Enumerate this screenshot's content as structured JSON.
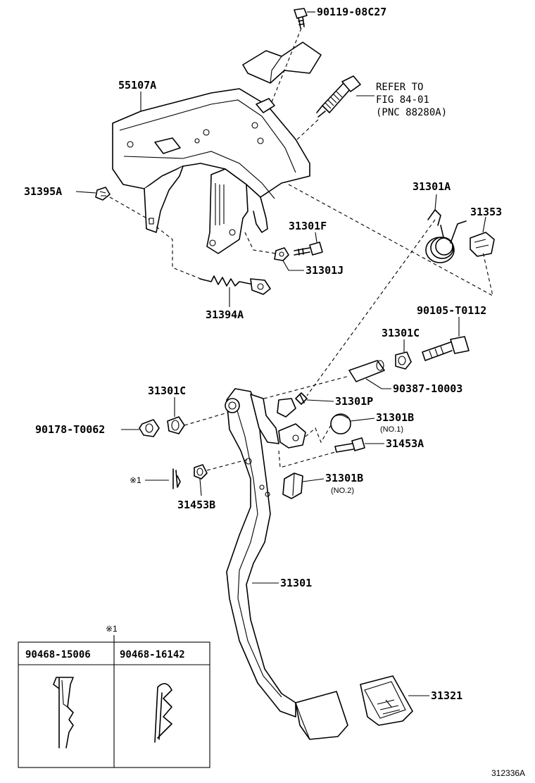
{
  "labels": {
    "p9011908c27": "90119-08C27",
    "refer_to_line1": "REFER TO",
    "refer_to_line2": "FIG 84-01",
    "refer_to_line3": "(PNC 88280A)",
    "p55107a": "55107A",
    "p31395a": "31395A",
    "p31301a": "31301A",
    "p31353": "31353",
    "p31301f": "31301F",
    "p31301j": "31301J",
    "p31394a": "31394A",
    "p90105t0112": "90105-T0112",
    "p31301c_right": "31301C",
    "p9038710003": "90387-10003",
    "p31301c_left": "31301C",
    "p31301p": "31301P",
    "p90178t0062": "90178-T0062",
    "p31301b_no1": "31301B",
    "p31301b_no1_sub": "(NO.1)",
    "p31453a": "31453A",
    "note_mark": "※1",
    "p31453b": "31453B",
    "p31301b_no2": "31301B",
    "p31301b_no2_sub": "(NO.2)",
    "p31301": "31301",
    "p31321": "31321"
  },
  "table": {
    "ref_mark": "※1",
    "col1": "90468-15006",
    "col2": "90468-16142"
  },
  "figure_code": "312336A"
}
